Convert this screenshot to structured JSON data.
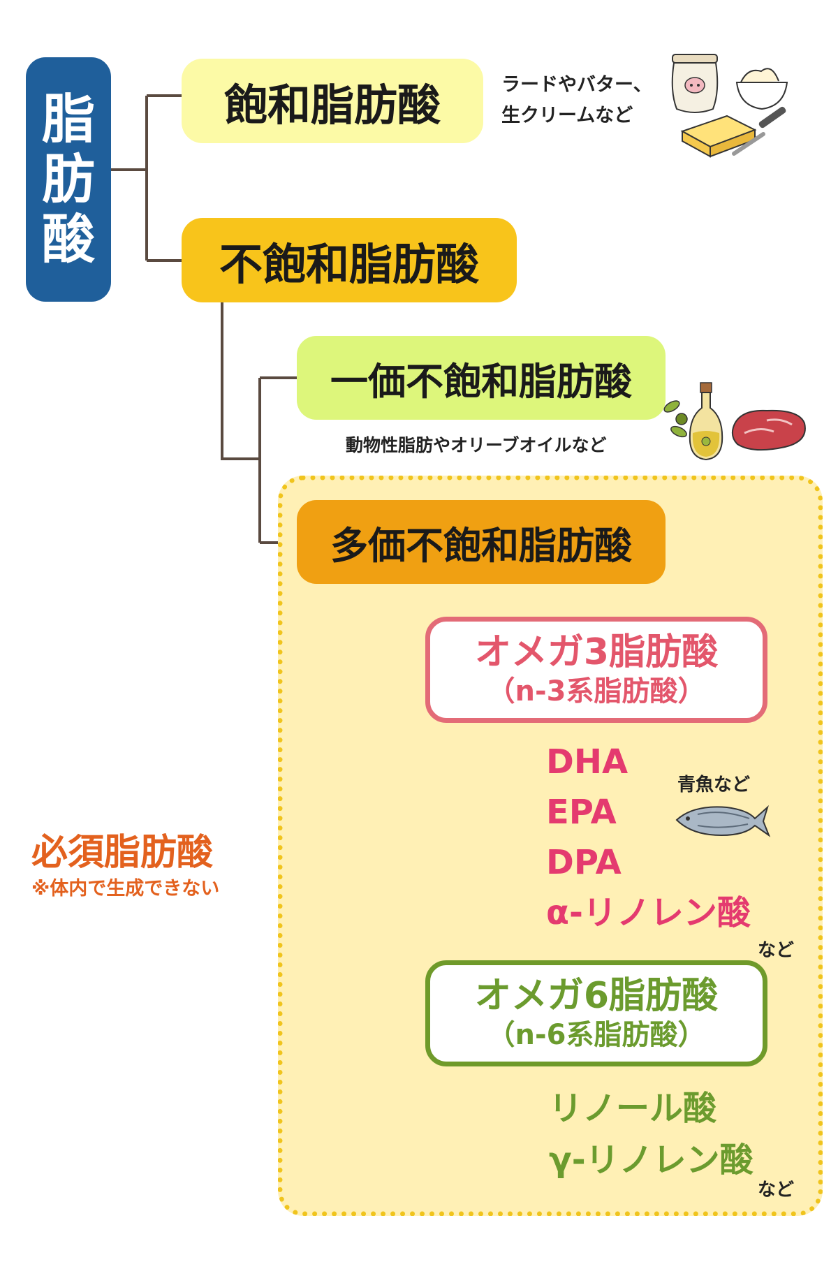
{
  "root": {
    "label_chars": [
      "脂",
      "肪",
      "酸"
    ]
  },
  "saturated": {
    "label": "飽和脂肪酸",
    "examples_line1": "ラードやバター、",
    "examples_line2": "生クリームなど"
  },
  "unsaturated": {
    "label": "不飽和脂肪酸"
  },
  "monounsaturated": {
    "label": "一価不飽和脂肪酸",
    "examples": "動物性脂肪やオリーブオイルなど"
  },
  "polyunsaturated": {
    "label": "多価不飽和脂肪酸"
  },
  "omega3": {
    "title": "オメガ3脂肪酸",
    "subtitle": "（n-3系脂肪酸）",
    "items": [
      "DHA",
      "EPA",
      "DPA",
      "α-リノレン酸"
    ],
    "source_note": "青魚など",
    "etc": "など"
  },
  "omega6": {
    "title": "オメガ6脂肪酸",
    "subtitle": "（n-6系脂肪酸）",
    "items": [
      "リノール酸",
      "γ-リノレン酸"
    ],
    "etc": "など"
  },
  "essential": {
    "label": "必須脂肪酸",
    "note": "※体内で生成できない"
  },
  "colors": {
    "root_bg": "#1f5f9b",
    "saturated_bg": "#fcfaa6",
    "unsaturated_bg": "#f8c41b",
    "mono_bg": "#ddf67b",
    "poly_bg": "#f0a012",
    "omega3": "#e3566b",
    "omega6": "#6b9b2e",
    "essential": "#e3611e",
    "zone_bg": "#fff0b5",
    "zone_border": "#f0c41d",
    "connector": "#5a4a40"
  },
  "illustrations": [
    "lard-jar-icon",
    "cream-bowl-icon",
    "butter-knife-icon",
    "olive-oil-icon",
    "meat-icon",
    "fish-icon"
  ]
}
